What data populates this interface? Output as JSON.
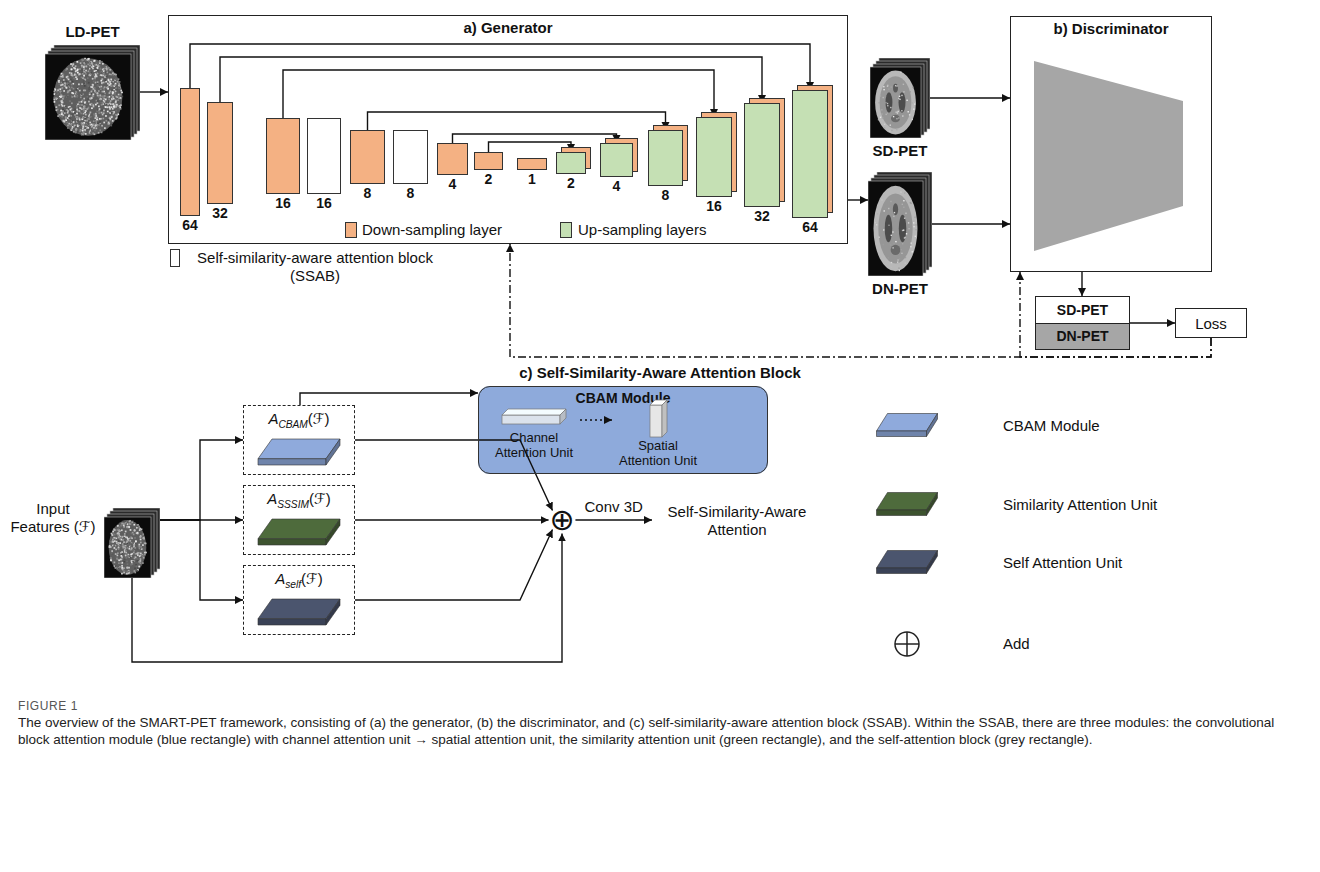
{
  "diagram": {
    "caption": "The overview of the SMART-PET framework, consisting of (a) the generator, (b) the discriminator, and (c) self-similarity-aware attention block (SSAB). Within the SSAB, there are three modules: the convolutional block attention module (blue rectangle) with channel attention unit → spatial attention unit, the similarity attention unit (green rectangle), and the self-attention block (grey rectangle).",
    "nodes": [
      {
        "text": [
          "LD-PET"
        ]
      },
      {
        "text": [
          "a) Generator"
        ]
      },
      {
        "text": [
          "64"
        ],
        "in": 1
      },
      {
        "text": [
          "32"
        ],
        "in": 1
      },
      {
        "text": [
          "16"
        ],
        "in": 1
      },
      {
        "text": [
          "16"
        ],
        "in": 1
      },
      {
        "text": [
          "8"
        ],
        "in": 1
      },
      {
        "text": [
          "8"
        ],
        "in": 1
      },
      {
        "text": [
          "4"
        ],
        "in": 1
      },
      {
        "text": [
          "2"
        ],
        "in": 1
      },
      {
        "text": [
          "1"
        ],
        "in": 1
      },
      {
        "text": [
          "2"
        ],
        "in": 1
      },
      {
        "text": [
          "4"
        ],
        "in": 1
      },
      {
        "text": [
          "8"
        ],
        "in": 1
      },
      {
        "text": [
          "16"
        ],
        "in": 1
      },
      {
        "text": [
          "32"
        ],
        "in": 1
      },
      {
        "text": [
          "64"
        ],
        "in": 1
      },
      {
        "text": [
          "SD-PET"
        ]
      },
      {
        "text": [
          "b) Discriminator"
        ]
      },
      {
        "text": [
          "DN-PET"
        ]
      },
      {
        "text": [
          "SD-PET",
          "DN-PET"
        ]
      },
      {
        "text": [
          "Loss"
        ]
      },
      {
        "text": [
          "Input Features (ℱ)"
        ]
      },
      {
        "text": [
          "ACBAM(ℱ)"
        ]
      },
      {
        "text": [
          "ASSSIM(ℱ)"
        ]
      },
      {
        "text": [
          "Aself(ℱ)"
        ]
      },
      {
        "text": [
          "CBAM Module"
        ]
      },
      {
        "text": [
          "Channel Attention Unit"
        ],
        "in": 26
      },
      {
        "text": [
          "Spatial Attention Unit"
        ],
        "in": 26
      },
      {
        "text": [
          "⊕"
        ]
      },
      {
        "text": [
          "Self-Similarity-Aware Attention"
        ]
      }
    ],
    "edges": [
      {
        "from": 0,
        "to": 1,
        "arrow": "to"
      },
      {
        "from": 2,
        "to": 16,
        "arrow": "to"
      },
      {
        "from": 3,
        "to": 15,
        "arrow": "to"
      },
      {
        "from": 4,
        "to": 14,
        "arrow": "to"
      },
      {
        "from": 6,
        "to": 13,
        "arrow": "to"
      },
      {
        "from": 8,
        "to": 12,
        "arrow": "to"
      },
      {
        "from": 9,
        "to": 11,
        "arrow": "to"
      },
      {
        "from": 1,
        "to": 19,
        "arrow": "to"
      },
      {
        "from": 17,
        "to": 18,
        "arrow": "to"
      },
      {
        "from": 19,
        "to": 18,
        "arrow": "to"
      },
      {
        "from": 18,
        "to": 20,
        "arrow": "to"
      },
      {
        "from": 20,
        "to": 21,
        "arrow": "to"
      },
      {
        "from": 21,
        "to": 1,
        "arrow": "to"
      },
      {
        "from": 21,
        "to": 18,
        "arrow": "to"
      },
      {
        "from": 22,
        "to": 23,
        "arrow": "to"
      },
      {
        "from": 22,
        "to": 24,
        "arrow": "to"
      },
      {
        "from": 22,
        "to": 25,
        "arrow": "to"
      },
      {
        "from": 23,
        "to": 29,
        "arrow": "to"
      },
      {
        "from": 24,
        "to": 29,
        "arrow": "to"
      },
      {
        "from": 25,
        "to": 29,
        "arrow": "to"
      },
      {
        "from": 22,
        "to": 29,
        "arrow": "to"
      },
      {
        "from": 23,
        "to": 26,
        "arrow": "to"
      },
      {
        "from": 27,
        "to": 28,
        "arrow": "to"
      },
      {
        "from": 29,
        "to": 30,
        "label": "Conv 3D",
        "arrow": "to"
      }
    ],
    "labels": [
      "c) Self-Similarity-Aware Attention Block",
      "FIGURE 1"
    ],
    "legend": [
      {
        "text": "Down-sampling layer",
        "color": "#F4B183"
      },
      {
        "text": "Up-sampling layers",
        "color": "#C5E0B4"
      },
      {
        "text": "Self-similarity-aware attention block (SSAB)",
        "color": "#FFFFFF"
      },
      {
        "text": "CBAM Module",
        "color": "#8FAADC"
      },
      {
        "text": "Similarity Attention Unit",
        "color": "#4E6B3C"
      },
      {
        "text": "Self Attention Unit",
        "color": "#4B556E"
      },
      {
        "text": "Add"
      }
    ]
  }
}
